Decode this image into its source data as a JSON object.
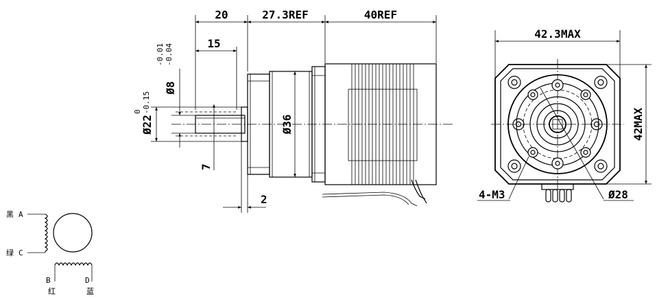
{
  "dimensions": {
    "shaft_length_total": "20",
    "gearbox_length": "27.3REF",
    "motor_length": "40REF",
    "flat_length": "15",
    "shaft_diameter": "Ø8",
    "shaft_diameter_tol_upper": "-0.01",
    "shaft_diameter_tol_lower": "-0.04",
    "pilot_diameter": "Ø22",
    "pilot_diameter_tol_upper": "0",
    "pilot_diameter_tol_lower": "-0.15",
    "gearbox_diameter": "Ø36",
    "flat_depth": "7",
    "pilot_length": "2",
    "flange_width": "42.3MAX",
    "flange_height": "42MAX",
    "mount_holes": "4-M3",
    "bolt_circle": "Ø28"
  },
  "wiring": {
    "black": "黑",
    "green": "绿",
    "red": "红",
    "blue": "蓝",
    "terminal_a": "A",
    "terminal_b": "B",
    "terminal_c": "C",
    "terminal_d": "D"
  }
}
